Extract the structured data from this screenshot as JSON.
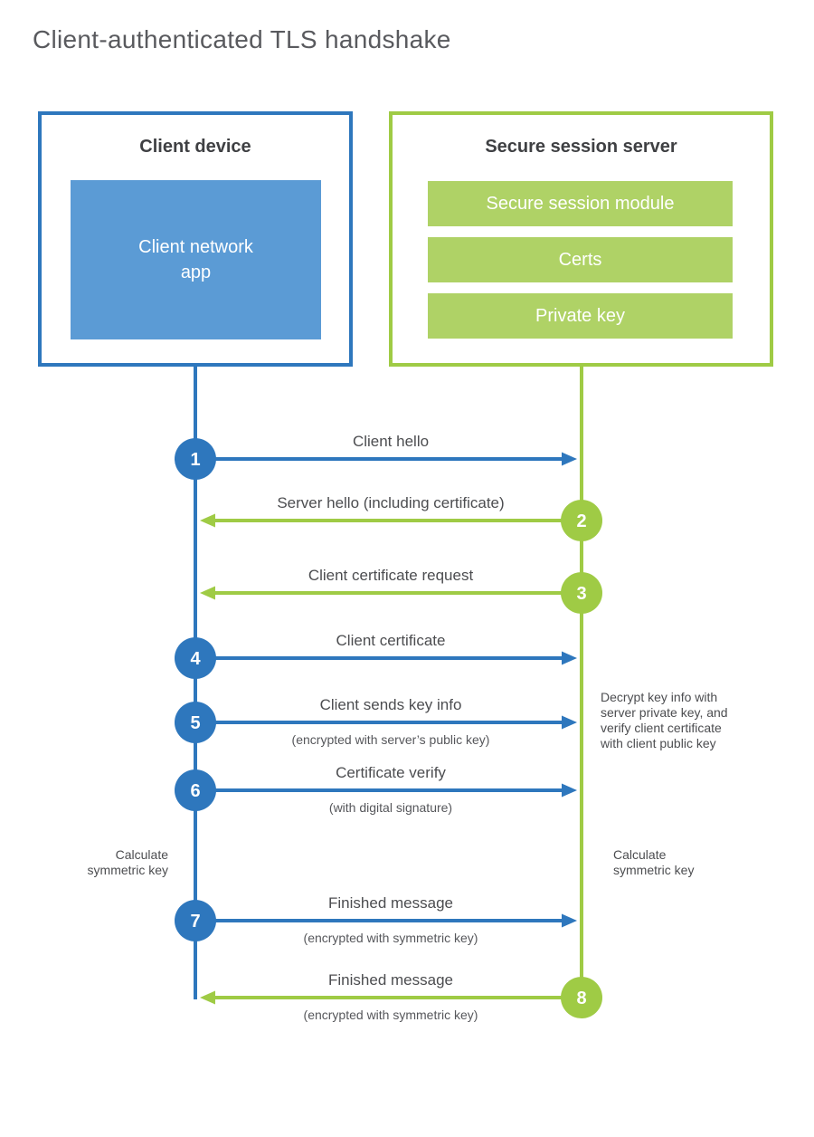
{
  "title": "Client-authenticated TLS handshake",
  "colors": {
    "blue": "#2e77bd",
    "blue_fill": "#5b9bd5",
    "green": "#9fcb45",
    "green_fill": "#afd266",
    "heading_text": "#3f4043",
    "label_text": "#4c4d50",
    "note_text": "#56575b"
  },
  "client": {
    "title": "Client device",
    "module": "Client network\napp"
  },
  "server": {
    "title": "Secure session server",
    "modules": [
      "Secure session module",
      "Certs",
      "Private key"
    ]
  },
  "steps": [
    {
      "num": "1",
      "from": "client",
      "label": "Client hello",
      "sub": ""
    },
    {
      "num": "2",
      "from": "server",
      "label": "Server hello (including certificate)",
      "sub": ""
    },
    {
      "num": "3",
      "from": "server",
      "label": "Client certificate request",
      "sub": ""
    },
    {
      "num": "4",
      "from": "client",
      "label": "Client certificate",
      "sub": ""
    },
    {
      "num": "5",
      "from": "client",
      "label": "Client sends key info",
      "sub": "(encrypted with server’s public key)"
    },
    {
      "num": "6",
      "from": "client",
      "label": "Certificate verify",
      "sub": "(with digital signature)"
    },
    {
      "num": "7",
      "from": "client",
      "label": "Finished message",
      "sub": "(encrypted with symmetric key)"
    },
    {
      "num": "8",
      "from": "server",
      "label": "Finished message",
      "sub": "(encrypted with symmetric key)"
    }
  ],
  "notes": {
    "decrypt": "Decrypt key info with\nserver private key, and\nverify client certificate\nwith client public key",
    "calc_client": "Calculate\nsymmetric key",
    "calc_server": "Calculate\nsymmetric key"
  }
}
